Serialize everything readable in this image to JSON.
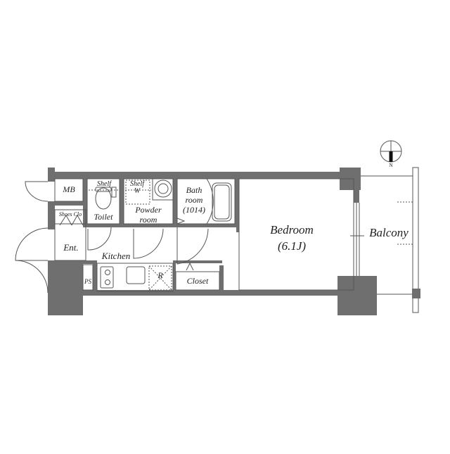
{
  "plan": {
    "wall_color": "#6f6f6f",
    "line_color": "#555555",
    "rooms": {
      "mb": "MB",
      "shoes_closet": "Shoes Clo",
      "entrance": "Ent.",
      "toilet": "Toilet",
      "toilet_shelf": "Shelf",
      "powder_shelf": "Shelf",
      "powder_w": "W",
      "powder_room_line1": "Powder",
      "powder_room_line2": "room",
      "bath_line1": "Bath",
      "bath_line2": "room",
      "bath_line3": "(1014)",
      "kitchen": "Kitchen",
      "ps": "PS",
      "refrigerator": "R",
      "closet": "Closet",
      "bedroom": "Bedroom",
      "bedroom_size": "(6.1J)",
      "balcony": "Balcony"
    },
    "compass": {
      "north_label": "N"
    }
  }
}
